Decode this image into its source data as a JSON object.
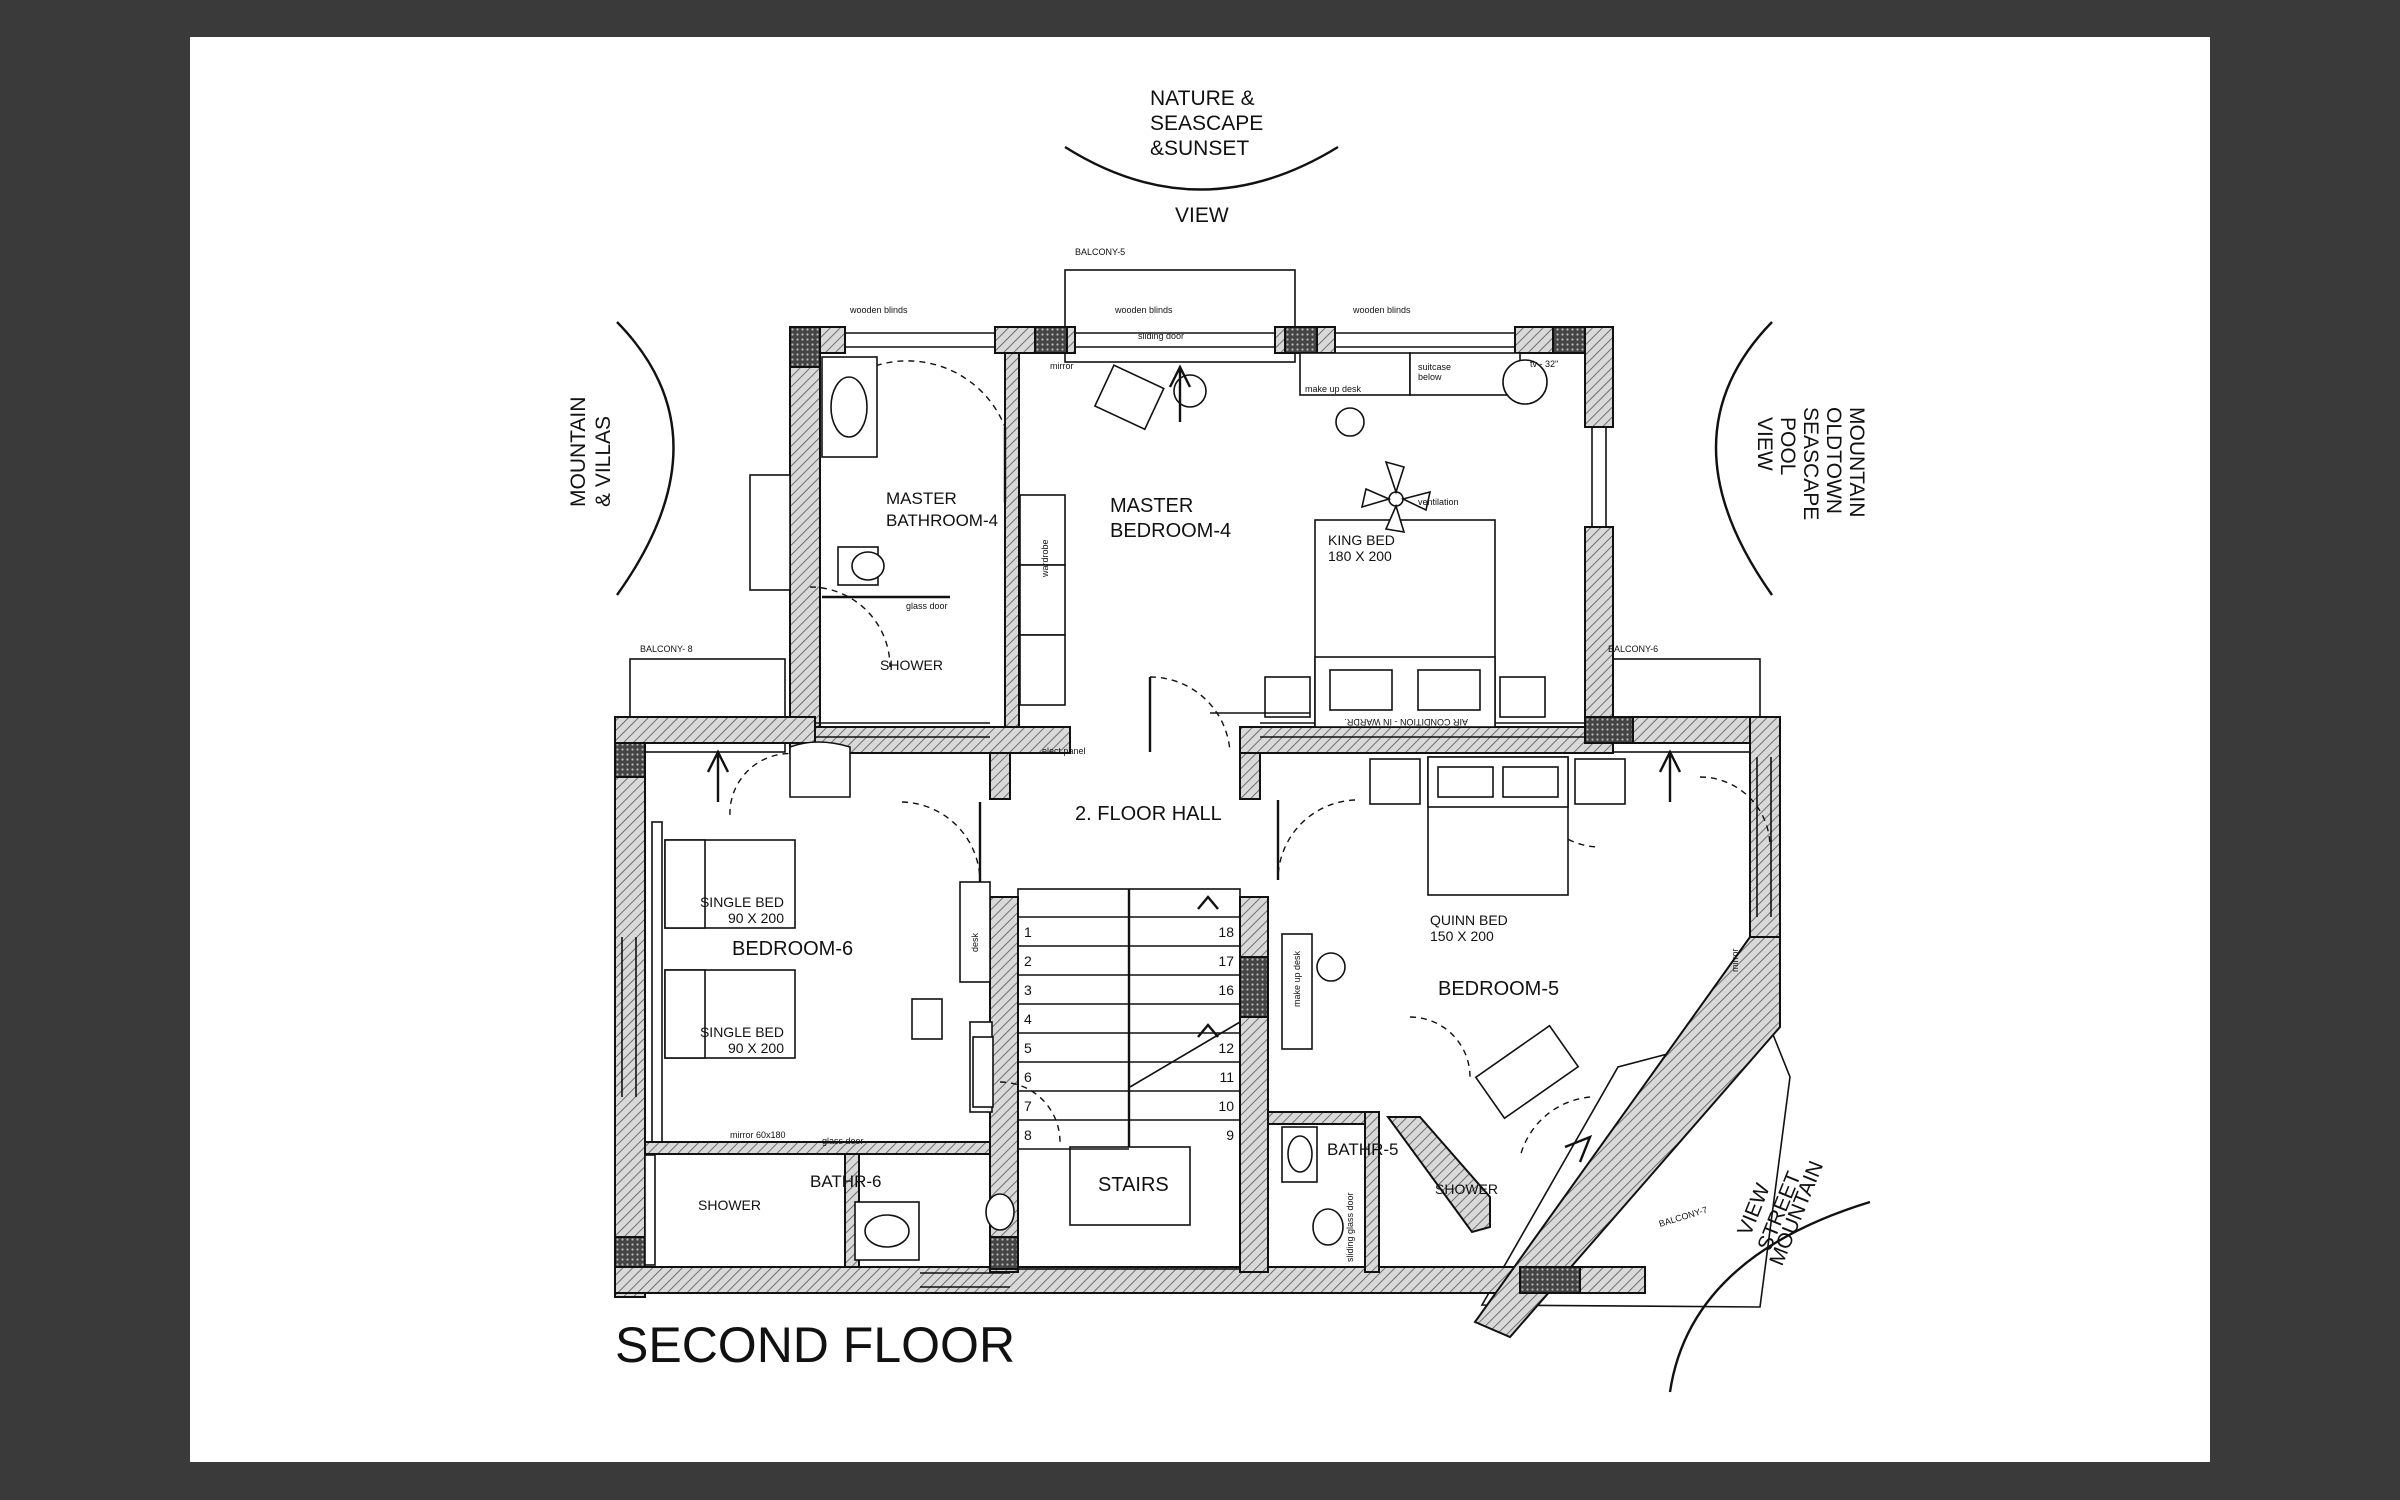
{
  "drawing": {
    "title": "SECOND FLOOR",
    "views": {
      "top_line1": "NATURE &",
      "top_line2": "SEASCAPE",
      "top_line3": "&SUNSET",
      "top_view": "VIEW",
      "left_line1": "MOUNTAIN",
      "left_line2": "& VILLAS",
      "right_line1": "MOUNTAIN",
      "right_line2": "OLDTOWN",
      "right_line3": "SEASCAPE",
      "right_line4": "POOL",
      "right_line5": "VIEW",
      "br_line1": "MOUNTAIN",
      "br_line2": "STREET",
      "br_line3": "VIEW"
    },
    "rooms": {
      "master_bedroom_l1": "MASTER",
      "master_bedroom_l2": "BEDROOM-4",
      "master_bath_l1": "MASTER",
      "master_bath_l2": "BATHROOM-4",
      "hall": "2. FLOOR HALL",
      "bedroom6": "BEDROOM-6",
      "bedroom5": "BEDROOM-5",
      "bathr6": "BATHR-6",
      "bathr5": "BATHR-5",
      "stairs": "STAIRS",
      "shower_a": "SHOWER",
      "shower_b": "SHOWER",
      "shower_c": "SHOWER"
    },
    "beds": {
      "king_l1": "KING BED",
      "king_l2": "180 X 200",
      "quinn_l1": "QUINN BED",
      "quinn_l2": "150 X 200",
      "single1_l1": "SINGLE BED",
      "single1_l2": "90 X 200",
      "single2_l1": "SINGLE BED",
      "single2_l2": "90 X 200"
    },
    "notes": {
      "balcony5": "BALCONY-5",
      "balcony8": "BALCONY- 8",
      "balcony6": "BALCONY-6",
      "balcony7": "BALCONY-7",
      "wooden_blinds_1": "wooden blinds",
      "wooden_blinds_2": "wooden blinds",
      "wooden_blinds_3": "wooden blinds",
      "sliding_door": "sliding door",
      "mirror_1": "mirror",
      "mirror_2": "mirror",
      "mirror_60": "mirror 60x180",
      "glass_door_1": "glass door",
      "glass_door_2": "glass door",
      "sliding_glass_door": "sliding glass door",
      "make_up_desk_1": "make up desk",
      "make_up_desk_2": "make up desk",
      "suitcase_l1": "suitcase",
      "suitcase_l2": "below",
      "tv": "tv - 32\"",
      "ventilation": "ventilation",
      "elect_panel": "elect.panel",
      "air_con": "AIR CONDITION - IN WARDR.",
      "wardrobe": "wardrobe",
      "desk": "desk"
    },
    "stairs_left": [
      "1",
      "2",
      "3",
      "4",
      "5",
      "6",
      "7",
      "8"
    ],
    "stairs_right": [
      "18",
      "17",
      "16",
      "12",
      "11",
      "10",
      "9"
    ]
  }
}
